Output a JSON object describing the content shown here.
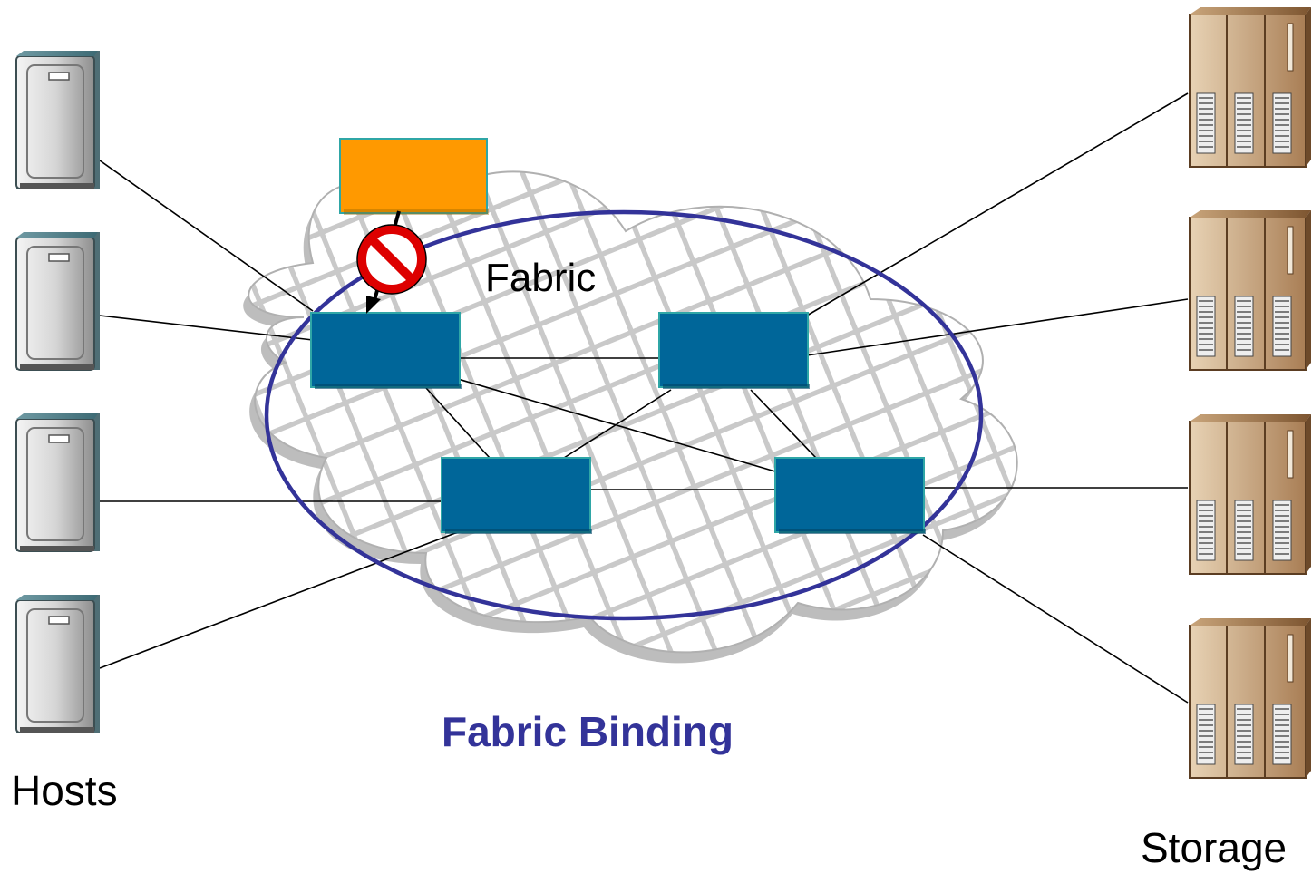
{
  "labels": {
    "hosts": "Hosts",
    "storage": "Storage",
    "fabric": "Fabric",
    "fabric_binding": "Fabric Binding"
  },
  "icons": {
    "host": "host-server-icon",
    "storage": "storage-array-icon",
    "switch": "fabric-switch-icon",
    "rogue_switch": "unauthorized-switch-icon",
    "blocked": "no-entry-icon",
    "fabric": "cloud-icon"
  },
  "colors": {
    "switch": "#006699",
    "rogue_switch": "#ff9900",
    "binding_ring": "#333399",
    "binding_text": "#333399",
    "blocked": "#dd0000"
  }
}
